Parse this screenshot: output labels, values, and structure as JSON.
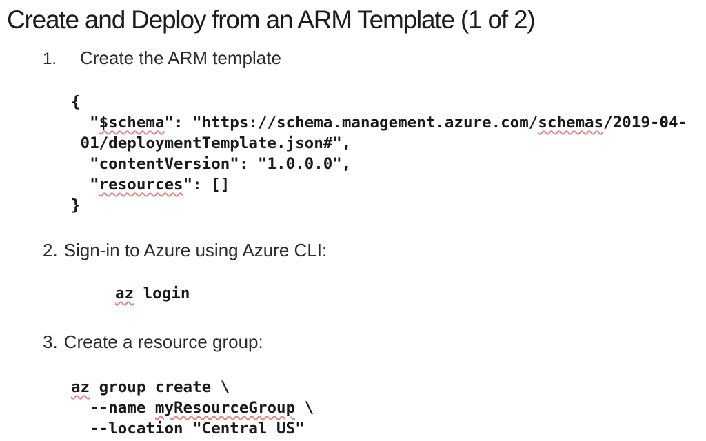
{
  "slide": {
    "title": "Create and Deploy from an ARM Template (1 of 2)",
    "steps": [
      {
        "number": "1.",
        "label": "Create the ARM template"
      },
      {
        "number": "2.",
        "label": "Sign-in to Azure using Azure CLI:"
      },
      {
        "number": "3.",
        "label": "Create a resource group:"
      }
    ],
    "colors": {
      "background": "#ffffff",
      "text": "#262626",
      "code_text": "#1a1a1a",
      "spellcheck_squiggle": "#e08383"
    }
  },
  "code_blocks": {
    "arm_template": [
      [
        {
          "t": "{"
        }
      ],
      [
        {
          "t": "  \""
        },
        {
          "t": "$schema",
          "sp": true
        },
        {
          "t": "\": \"https://schema.management.azure.com/"
        },
        {
          "t": "schemas",
          "sp": true
        },
        {
          "t": "/2019-04-"
        }
      ],
      [
        {
          "t": " 01/deploymentTemplate.json#\","
        }
      ],
      [
        {
          "t": "  \"contentVersion\": \"1.0.0.0\","
        }
      ],
      [
        {
          "t": "  \""
        },
        {
          "t": "resources",
          "sp": true
        },
        {
          "t": "\": []"
        }
      ],
      [
        {
          "t": "}"
        }
      ]
    ],
    "az_login": [
      [
        {
          "t": "az",
          "sp": true
        },
        {
          "t": " login"
        }
      ]
    ],
    "az_group": [
      [
        {
          "t": "az",
          "sp": true
        },
        {
          "t": " group create \\"
        }
      ],
      [
        {
          "t": "  --name "
        },
        {
          "t": "myResourceGroup",
          "sp": true
        },
        {
          "t": " \\"
        }
      ],
      [
        {
          "t": "  --location \"Central US\""
        }
      ]
    ]
  }
}
